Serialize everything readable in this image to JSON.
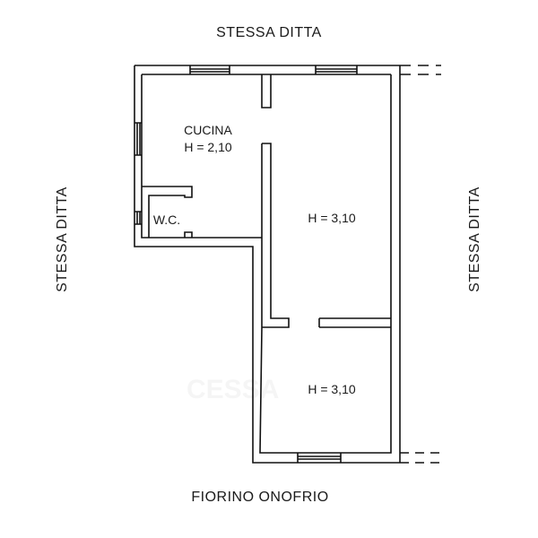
{
  "neighbors": {
    "top": "STESSA DITTA",
    "left": "STESSA DITTA",
    "right": "STESSA DITTA",
    "bottom": "FIORINO ONOFRIO"
  },
  "rooms": {
    "kitchen": {
      "name": "CUCINA",
      "height": "H = 2,10"
    },
    "wc": {
      "name": "W.C."
    },
    "main": {
      "height": "H = 3,10"
    },
    "lower": {
      "height": "H = 3,10"
    }
  },
  "watermark": "CESSA",
  "colors": {
    "wall": "#111111",
    "background": "#ffffff"
  }
}
